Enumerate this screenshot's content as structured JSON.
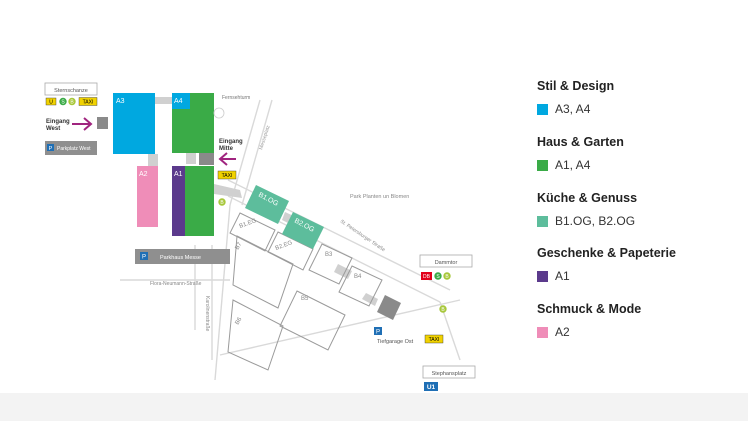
{
  "map": {
    "stations": {
      "sternschanze": "Sternschanze",
      "dammtor": "Dammtor",
      "stephansplatz": "Stephansplatz"
    },
    "transit_badges": {
      "u": "U",
      "s": "S",
      "bus": "B",
      "db": "DB",
      "taxi": "TAXI",
      "u1": "U1",
      "parking": "P"
    },
    "entrances": {
      "west": [
        "Eingang",
        "West"
      ],
      "mitte": [
        "Eingang",
        "Mitte"
      ]
    },
    "parking": {
      "west": "Parkplatz West",
      "messe": "Parkhaus Messe",
      "tiefgarage": "Tiefgarage Ost"
    },
    "landmarks": {
      "fernsehturm": "Fernsehturm",
      "park": "Park Planten un Blomen"
    },
    "streets": {
      "messeplatz": "Messeplatz",
      "st_petersburger": "St. Petersburger Straße",
      "flora_neumann": "Flora-Neumann-Straße",
      "karolinenstrasse": "Karolinenstraße"
    },
    "halls": {
      "a1": "A1",
      "a2": "A2",
      "a3": "A3",
      "a4": "A4",
      "b1og": "B1.OG",
      "b2og": "B2.OG",
      "b1eg": "B1.EG",
      "b2eg": "B2.EG",
      "b3": "B3",
      "b4": "B4",
      "b5": "B5",
      "b6": "B6",
      "b7": "B7"
    }
  },
  "colors": {
    "stil": "#00a8e0",
    "haus": "#3aab47",
    "kueche": "#5dbd9c",
    "geschenke": "#5b3a8c",
    "schmuck": "#ef8db8",
    "entrance_arrow": "#a0247f",
    "outline": "#9a9a9a"
  },
  "legend": [
    {
      "title": "Stil & Design",
      "halls": "A3, A4",
      "color": "#00a8e0"
    },
    {
      "title": "Haus & Garten",
      "halls": "A1, A4",
      "color": "#3aab47"
    },
    {
      "title": "Küche & Genuss",
      "halls": "B1.OG, B2.OG",
      "color": "#5dbd9c"
    },
    {
      "title": "Geschenke & Papeterie",
      "halls": "A1",
      "color": "#5b3a8c"
    },
    {
      "title": "Schmuck & Mode",
      "halls": "A2",
      "color": "#ef8db8"
    }
  ]
}
